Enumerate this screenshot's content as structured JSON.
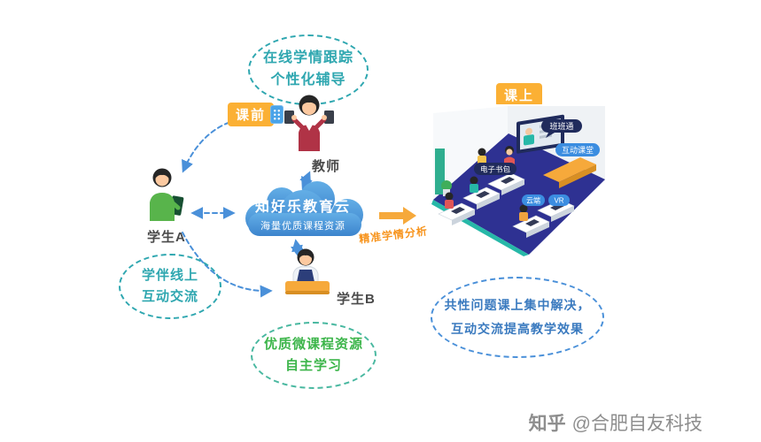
{
  "bubbles": {
    "top": {
      "line1": "在线学情跟踪",
      "line2": "个性化辅导"
    },
    "left": {
      "line1": "学伴线上",
      "line2": "互动交流"
    },
    "bottom": {
      "line1": "优质微课程资源",
      "line2": "自主学习"
    },
    "right": {
      "line1": "共性问题课上集中解决，",
      "line2": "互动交流提高教学效果"
    }
  },
  "stage_tags": {
    "before": "课前",
    "during": "课上"
  },
  "actors": {
    "teacher": "教师",
    "student_a": "学生A",
    "student_b": "学生B"
  },
  "cloud": {
    "title": "知好乐教育云",
    "subtitle": "海量优质课程资源"
  },
  "flow": {
    "analysis_label": "精准学情分析"
  },
  "classroom": {
    "tags": [
      {
        "label": "班班通"
      },
      {
        "label": "互动课堂"
      },
      {
        "label": "电子书包"
      },
      {
        "label": "云端"
      },
      {
        "label": "VR"
      }
    ]
  },
  "watermark": {
    "brand": "知乎",
    "handle": "@合肥自友科技"
  },
  "colors": {
    "teal": "#2fa7b0",
    "green": "#3cb54a",
    "blue_text": "#3a7abf",
    "arrow_blue": "#4a90d9",
    "orange": "#f7941d",
    "tag_yellow": "#fbb034",
    "cloud_blue": "#4a97d9",
    "floor_navy": "#2e3192"
  }
}
